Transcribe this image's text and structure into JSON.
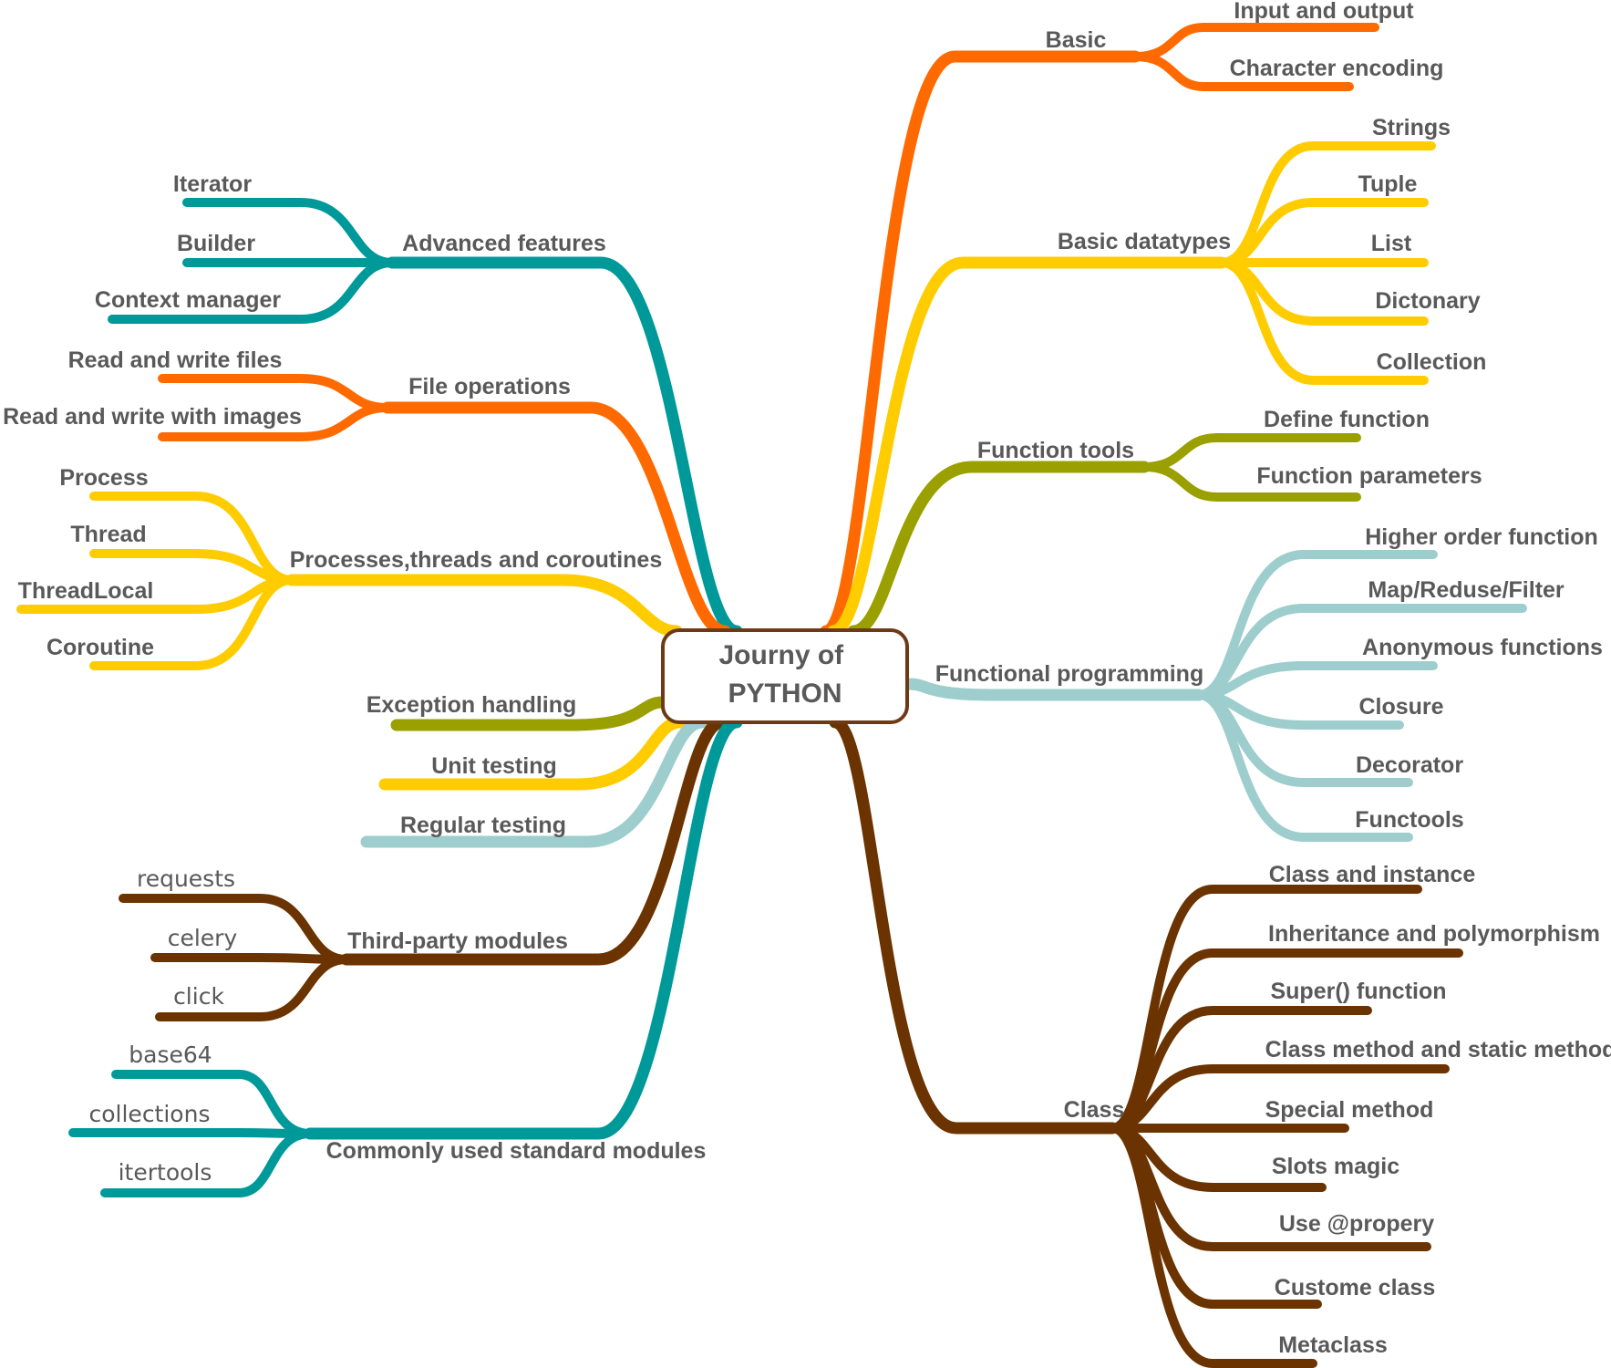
{
  "colors": {
    "orange": "#ff6a00",
    "yellow": "#ffcc00",
    "olive": "#9aa000",
    "lightblue": "#9dcdcd",
    "brown": "#6b3300",
    "teal": "#00999a",
    "root_border": "#6e3a16",
    "text": "#595959"
  },
  "root": {
    "line1": "Journy of",
    "line2": "PYTHON"
  },
  "topics": {
    "basic": {
      "label": "Basic",
      "color": "orange",
      "children": [
        "Input and output",
        "Character encoding"
      ]
    },
    "basic_datatypes": {
      "label": "Basic datatypes",
      "color": "yellow",
      "children": [
        "Strings",
        "Tuple",
        "List",
        "Dictonary",
        "Collection"
      ]
    },
    "function_tools": {
      "label": "Function tools",
      "color": "olive",
      "children": [
        "Define function",
        "Function parameters"
      ]
    },
    "functional_programming": {
      "label": "Functional programming",
      "color": "lightblue",
      "children": [
        "Higher order function",
        "Map/Reduse/Filter",
        "Anonymous functions",
        "Closure",
        "Decorator",
        "Functools"
      ]
    },
    "class": {
      "label": "Class",
      "color": "brown",
      "children": [
        "Class and instance",
        "Inheritance and polymorphism",
        "Super() function",
        "Class method and static method",
        "Special method",
        "Slots magic",
        "Use @propery",
        "Custome class",
        "Metaclass"
      ]
    },
    "advanced_features": {
      "label": "Advanced features",
      "color": "teal",
      "children": [
        "Iterator",
        "Builder",
        "Context manager"
      ]
    },
    "file_operations": {
      "label": "File operations",
      "color": "orange",
      "children": [
        "Read and write files",
        "Read and write with images"
      ]
    },
    "processes": {
      "label": "Processes,threads and coroutines",
      "color": "yellow",
      "children": [
        "Process",
        "Thread",
        "ThreadLocal",
        "Coroutine"
      ]
    },
    "exception_handling": {
      "label": "Exception handling",
      "color": "olive",
      "children": []
    },
    "unit_testing": {
      "label": "Unit testing",
      "color": "yellow",
      "children": []
    },
    "regular_testing": {
      "label": "Regular testing",
      "color": "lightblue",
      "children": []
    },
    "third_party": {
      "label": "Third-party modules",
      "color": "brown",
      "children": [
        "requests",
        "celery",
        "click"
      ]
    },
    "standard_modules": {
      "label": "Commonly used standard modules",
      "color": "teal",
      "children": [
        "base64",
        "collections",
        "itertools"
      ]
    }
  }
}
